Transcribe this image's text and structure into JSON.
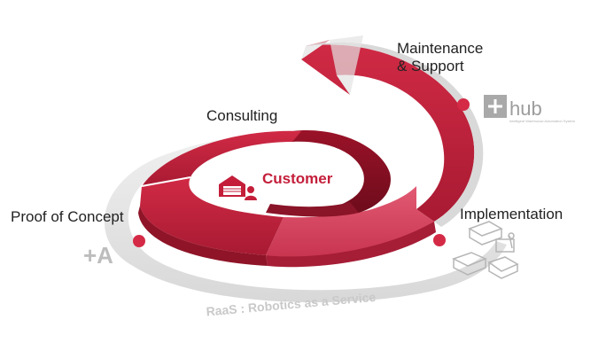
{
  "diagram": {
    "title_center": "Customer",
    "stages": [
      {
        "label": "Consulting"
      },
      {
        "label_line1": "Maintenance",
        "label_line2": "& Support"
      },
      {
        "label": "Implementation"
      },
      {
        "label": "Proof of Concept"
      }
    ],
    "footer_caption": "RaaS : Robotics as a Service",
    "logos": {
      "hub_text": "hub",
      "hub_subtitle": "Intelligent Warehouse Automation System",
      "plus_a_text": "+A"
    },
    "colors": {
      "primary": "#c41e3a",
      "dark": "#8a1a2a",
      "light": "#e0506a",
      "grey_ring": "#e4e4e4",
      "text": "#222222"
    }
  }
}
